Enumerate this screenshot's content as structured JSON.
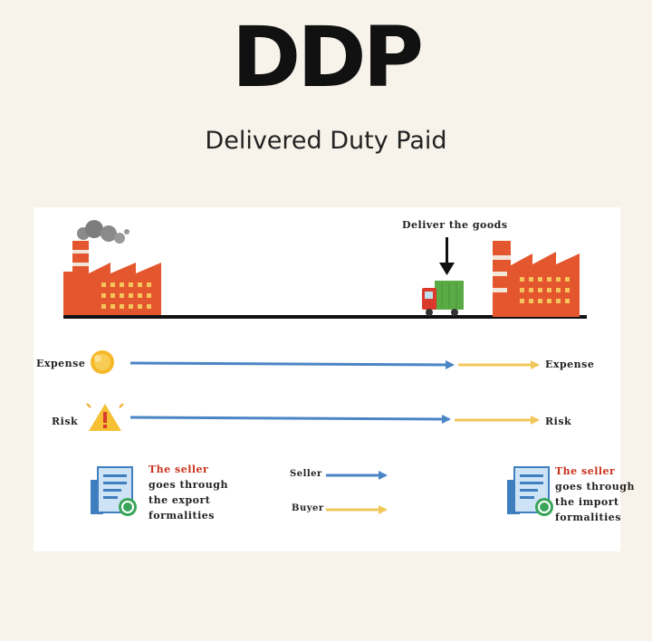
{
  "header": {
    "title": "DDP",
    "subtitle": "Delivered Duty Paid"
  },
  "diagram": {
    "deliver_label": "Deliver the goods",
    "expense_left": "Expense",
    "expense_right": "Expense",
    "risk_left": "Risk",
    "risk_right": "Risk",
    "legend_seller": "Seller",
    "legend_buyer": "Buyer",
    "export_note": {
      "highlight": "The seller",
      "line2": "goes through",
      "line3": "the export",
      "line4": "formalities"
    },
    "import_note": {
      "highlight": "The seller",
      "line2": "goes through",
      "line3": "the import",
      "line4": "formalities"
    }
  },
  "colors": {
    "seller_arrow": "#4a86c5",
    "buyer_arrow": "#f2c75a",
    "factory": "#e4572e",
    "highlight_text": "#c8321c"
  }
}
